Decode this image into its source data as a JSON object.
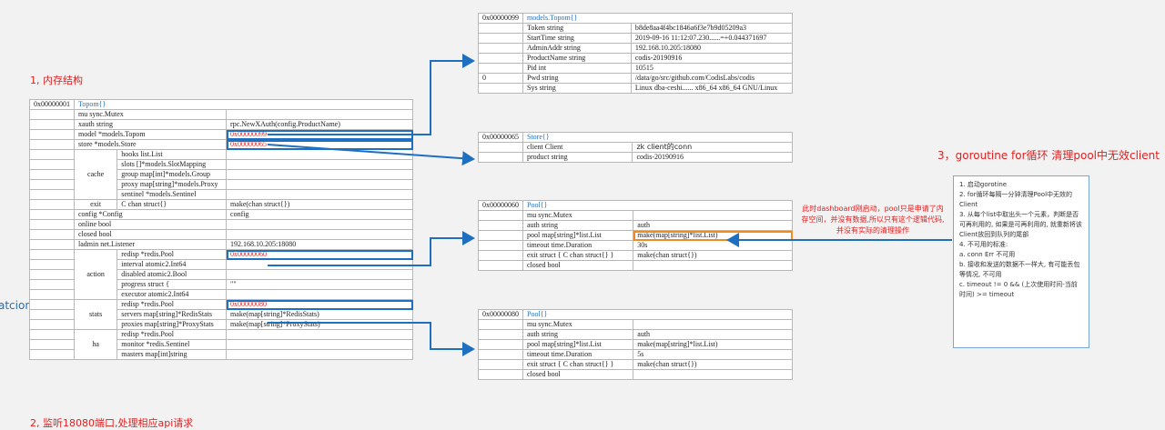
{
  "labels": {
    "memory_struct": "1, 内存结构",
    "listen": "2, 监听18080端口,处理相应api请求",
    "goroutine": "3，goroutine for循环 清理pool中无效client",
    "action_note": "atcion: slot迁移时用到",
    "pool_note": "此时dashboard刚启动，pool只是申请了内存空间，并没有数据,所以只有这个逻辑代码,并没有实际的清理操作"
  },
  "topom": {
    "addr": "0x00000001",
    "title": "Topom{}",
    "rows": [
      {
        "group": "",
        "field": "mu sync.Mutex",
        "value": ""
      },
      {
        "group": "",
        "field": "xauth string",
        "value": "rpc.NewXAuth(config.ProductName)"
      },
      {
        "group": "",
        "field": "model *models.Topom",
        "value": "0x00000099"
      },
      {
        "group": "",
        "field": "store *models.Store",
        "value": "0x00000065"
      },
      {
        "group": "cache",
        "field": "hooks  list.List",
        "value": ""
      },
      {
        "group": "",
        "field": "slots []*models.SlotMapping",
        "value": ""
      },
      {
        "group": "",
        "field": "group map[int]*models.Group",
        "value": ""
      },
      {
        "group": "",
        "field": "proxy map[string]*models.Proxy",
        "value": ""
      },
      {
        "group": "",
        "field": "sentinel *models.Sentinel",
        "value": ""
      },
      {
        "group": "exit",
        "field": "C chan struct{}",
        "value": "make(chan struct{})"
      },
      {
        "group": "",
        "field": "config *Config",
        "value": "config"
      },
      {
        "group": "",
        "field": "online bool",
        "value": ""
      },
      {
        "group": "",
        "field": "closed bool",
        "value": ""
      },
      {
        "group": "",
        "field": "ladmin net.Listener",
        "value": "192.168.10.205:18080"
      },
      {
        "group": "action",
        "field": "redisp *redis.Pool",
        "value": "0x00000060"
      },
      {
        "group": "",
        "field": "interval atomic2.Int64",
        "value": ""
      },
      {
        "group": "",
        "field": "disabled atomic2.Bool",
        "value": ""
      },
      {
        "group": "",
        "field": "progress struct {",
        "value": "\"\""
      },
      {
        "group": "",
        "field": "executor atomic2.Int64",
        "value": ""
      },
      {
        "group": "stats",
        "field": "redisp *redis.Pool",
        "value": "0x00000080"
      },
      {
        "group": "",
        "field": "servers map[string]*RedisStats",
        "value": "make(map[string]*RedisStats)"
      },
      {
        "group": "",
        "field": "proxies map[string]*ProxyStats",
        "value": "make(map[string]*ProxyStats)"
      },
      {
        "group": "ha",
        "field": "redisp *redis.Pool",
        "value": ""
      },
      {
        "group": "",
        "field": "monitor *redis.Sentinel",
        "value": ""
      },
      {
        "group": "",
        "field": "masters map[int]string",
        "value": ""
      }
    ]
  },
  "models_topom": {
    "addr": "0x00000099",
    "title": "models.Topom{}",
    "rows": [
      {
        "field": "Token      string",
        "value": "b8de8aa4f4bc1846a6f3e7b9d05209a3"
      },
      {
        "field": "StartTime string",
        "value": "2019-09-16 11:12:07.230......=+0.044371697"
      },
      {
        "field": "AdminAddr string",
        "value": "192.168.10.205:18080"
      },
      {
        "field": "ProductName string",
        "value": "codis-20190916"
      },
      {
        "field": "Pid int",
        "value": "10515"
      },
      {
        "field": "Pwd string",
        "value": "/data/go/src/github.com/CodisLabs/codis"
      },
      {
        "field": "Sys string",
        "value": "Linux dba-ceshi...... x86_64 x86_64 GNU/Linux"
      }
    ],
    "stray": "0"
  },
  "store": {
    "addr": "0x00000065",
    "title": "Store{}",
    "rows": [
      {
        "field": "client Client",
        "value": "zk client的conn"
      },
      {
        "field": "product string",
        "value": "codis-20190916"
      }
    ]
  },
  "pool1": {
    "addr": "0x00000060",
    "title": "Pool{}",
    "rows": [
      {
        "field": "mu sync.Mutex",
        "value": ""
      },
      {
        "field": "auth string",
        "value": "auth"
      },
      {
        "field": "pool map[string]*list.List",
        "value": "make(map[string]*list.List)"
      },
      {
        "field": "timeout time.Duration",
        "value": "30s"
      },
      {
        "field": "exit struct { C chan struct{} }",
        "value": "make(chan struct{})"
      },
      {
        "field": "closed bool",
        "value": ""
      }
    ]
  },
  "pool2": {
    "addr": "0x00000080",
    "title": "Pool{}",
    "rows": [
      {
        "field": "mu sync.Mutex",
        "value": ""
      },
      {
        "field": "auth string",
        "value": "auth"
      },
      {
        "field": "pool map[string]*list.List",
        "value": "make(map[string]*list.List)"
      },
      {
        "field": "timeout time.Duration",
        "value": "5s"
      },
      {
        "field": "exit struct { C chan struct{} }",
        "value": "make(chan struct{})"
      },
      {
        "field": "closed bool",
        "value": ""
      }
    ]
  },
  "steps": {
    "lines": [
      "1. 启动gorotine",
      "2. for循环每隔一分钟清理Pool中无效的Client",
      "3. 从每个list中取出头一个元素，判断是否可再利用的, 如果是可再利用的, 就重新将该Client放回到队列的尾部",
      "4. 不可用的标准:",
      "a. conn Err  不可用",
      "b. 接收和发送的数据不一样大, 有可能丢包等情况, 不可用",
      "c. timeout != 0 && (上次使用时间-当前时间) >= timeout"
    ]
  },
  "colors": {
    "accent": "#1f6fc1",
    "red": "#e02020",
    "orange": "#f08a24"
  }
}
